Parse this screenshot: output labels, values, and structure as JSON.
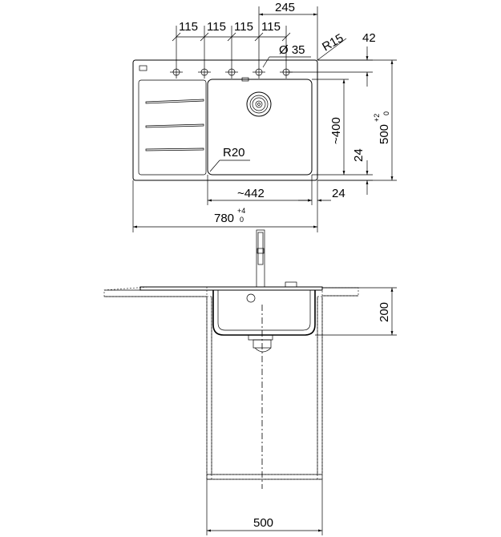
{
  "top_view": {
    "hole_spacing_1": "115",
    "hole_spacing_2": "115",
    "hole_spacing_3": "115",
    "hole_spacing_4": "115",
    "overall_offset": "245",
    "hole_diameter": "Ø 35",
    "corner_radius": "R15",
    "edge_offset": "42",
    "inner_radius": "R20",
    "bowl_depth_dim": "~400",
    "bowl_width_dim": "~442",
    "side_margin": "24",
    "bottom_margin": "24",
    "overall_width": "780",
    "overall_width_tol": "+4",
    "overall_width_tol_low": "0",
    "overall_depth": "500",
    "overall_depth_tol": "+2",
    "overall_depth_tol_low": "0"
  },
  "side_view": {
    "bowl_height": "200",
    "cabinet_width": "500"
  }
}
